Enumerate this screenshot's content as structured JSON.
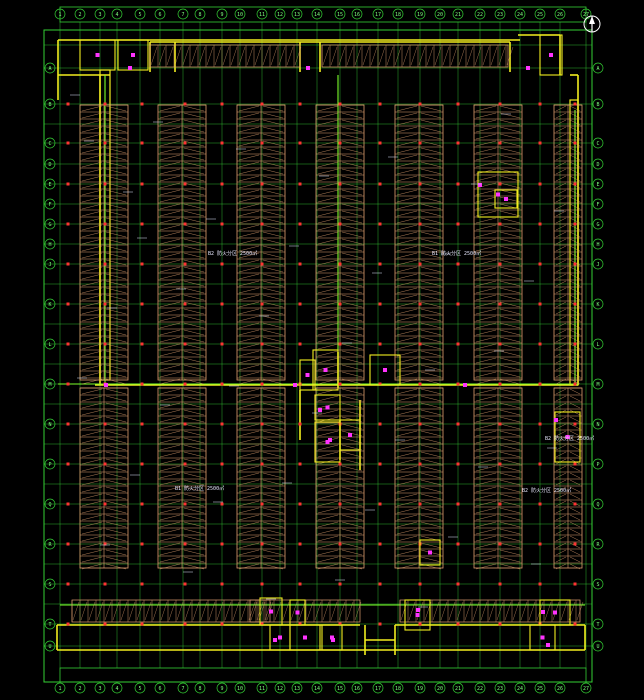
{
  "drawing": {
    "north_symbol": "north-arrow",
    "column_axis_labels": [
      "1",
      "2",
      "3",
      "4",
      "5",
      "6",
      "7",
      "8",
      "9",
      "10",
      "11",
      "12",
      "13",
      "14",
      "15",
      "16",
      "17",
      "18",
      "19",
      "20",
      "21",
      "22",
      "23",
      "24",
      "25",
      "26",
      "27"
    ],
    "row_axis_labels": [
      "A",
      "B",
      "C",
      "D",
      "E",
      "F",
      "G",
      "H",
      "J",
      "K",
      "L",
      "M",
      "N",
      "P",
      "Q",
      "R",
      "S",
      "T",
      "U"
    ],
    "zone_labels": [
      "B2 防火分区 2500㎡",
      "B1 防火分区 2500㎡",
      "B1 防火分区 2500㎡",
      "B2 防火分区 2500㎡",
      "B2 防火分区 2500㎡"
    ]
  },
  "colors": {
    "background": "#000000",
    "axis_green": "#35d035",
    "wall_yellow": "#f2ee1f",
    "parking_orange": "#e0a070",
    "column_red": "#ff3333",
    "accent_magenta": "#ff33ff",
    "annotation_white": "#dfe8ff"
  }
}
